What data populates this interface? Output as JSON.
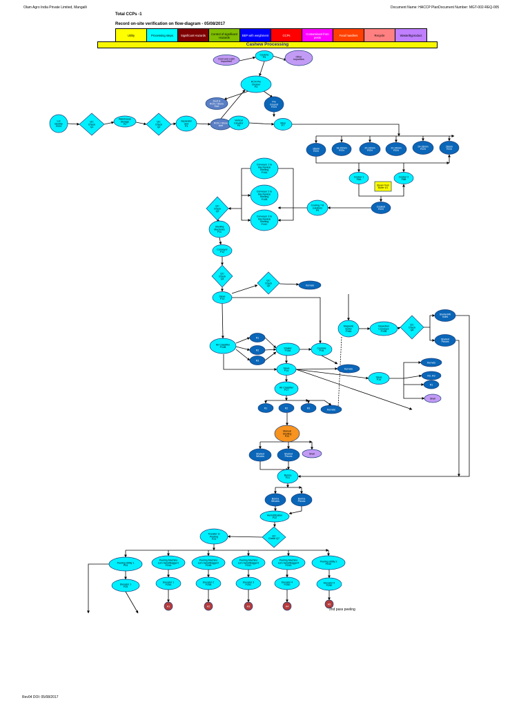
{
  "header": {
    "company": "Olam Agro India Private Limited, Mangalli",
    "document": "Document Name: HACCP PlanDocument Number: MGT-002-REQ-005",
    "total_ccps": "Total CCPs -1",
    "record": "Record on-site verification on flow-diagram  - 05/08/2017",
    "footer": "Rev04 DOI: 05/08/2017"
  },
  "legend": [
    {
      "label": "Utility",
      "color": "#ffff00",
      "text": "#000"
    },
    {
      "label": "Processing steps",
      "color": "#00ffff",
      "text": "#000"
    },
    {
      "label": "Significant Hazards",
      "color": "#7f0000",
      "text": "#fff"
    },
    {
      "label": "Control of significant Hazards",
      "color": "#7fbf00",
      "text": "#000"
    },
    {
      "label": "BEP with weighment",
      "color": "#0000ff",
      "text": "#fff"
    },
    {
      "label": "CCPs",
      "color": "#ff0000",
      "text": "#fff"
    },
    {
      "label": "Contaminant from pests",
      "color": "#ff00ff",
      "text": "#fff"
    },
    {
      "label": "Food handlers",
      "color": "#ff4000",
      "text": "#fff"
    },
    {
      "label": "Recycle",
      "color": "#ff8080",
      "text": "#000"
    },
    {
      "label": "Waste/Byproduct",
      "color": "#bf7fff",
      "text": "#000"
    }
  ],
  "banner": "Cashew Processing",
  "colors": {
    "cyan": "#00f0ff",
    "blue": "#0a66b8",
    "steel": "#5b7fc4",
    "lavender": "#c29bf5",
    "orange": "#f7931e",
    "yellow": "#ffff00",
    "red": "#b43c3c"
  },
  "nodes": [
    {
      "id": "dust",
      "label": "Dust and Light\nImpurities",
      "shape": "ellipse",
      "fill": "lavender"
    },
    {
      "id": "cyclone1",
      "label": "Cyclone\nP5",
      "shape": "ellipse",
      "fill": "cyan"
    },
    {
      "id": "other_imp",
      "label": "Other\nImpurities",
      "shape": "ellipse",
      "fill": "lavender"
    },
    {
      "id": "rcn_cleaner",
      "label": "RCN Pre\nCleaner\nP4",
      "shape": "ellipse",
      "fill": "cyan"
    },
    {
      "id": "dust_stone",
      "label": "Dust &\nRCN / Stone\nSize",
      "shape": "ellipse",
      "fill": "steel"
    },
    {
      "id": "pre_ground",
      "label": "Pre\nGround\nRCN",
      "shape": "ellipse",
      "fill": "blue"
    },
    {
      "id": "lot",
      "label": "Lot\nidentity\nRCN",
      "shape": "ellipse",
      "fill": "cyan"
    },
    {
      "id": "qc1",
      "label": "QC\nCheck\nQ1",
      "shape": "diamond",
      "fill": "cyan"
    },
    {
      "id": "warehouse",
      "label": "Warehouse\nStorage\nP2",
      "shape": "ellipse",
      "fill": "cyan"
    },
    {
      "id": "qc2",
      "label": "QC\nCheck\nQ2",
      "shape": "diamond",
      "fill": "cyan"
    },
    {
      "id": "separator",
      "label": "Separator\nand\nP3",
      "shape": "ellipse",
      "fill": "cyan"
    },
    {
      "id": "rcn_stone",
      "label": "RCN / Stone\nsize",
      "shape": "ellipse",
      "fill": "steel"
    },
    {
      "id": "vertical_elev",
      "label": "Vertical\nElevator\nP6",
      "shape": "ellipse",
      "fill": "cyan"
    },
    {
      "id": "silos",
      "label": "Silos\nP7",
      "shape": "ellipse",
      "fill": "cyan"
    },
    {
      "id": "g1",
      "label": "16mm\nRCN",
      "shape": "ellipse",
      "fill": "blue"
    },
    {
      "id": "g2",
      "label": "18-20mm\nRCN",
      "shape": "ellipse",
      "fill": "blue"
    },
    {
      "id": "g3",
      "label": "20-22mm\nRCN",
      "shape": "ellipse",
      "fill": "blue"
    },
    {
      "id": "g4",
      "label": "22-24mm\nRCN",
      "shape": "ellipse",
      "fill": "blue"
    },
    {
      "id": "g5",
      "label": "24-26mm\nRCN",
      "shape": "ellipse",
      "fill": "blue"
    },
    {
      "id": "g6",
      "label": "26mm\nRCN",
      "shape": "ellipse",
      "fill": "blue"
    },
    {
      "id": "cooker1",
      "label": "Cooker 1\nP8A",
      "shape": "ellipse",
      "fill": "cyan"
    },
    {
      "id": "cooker2",
      "label": "Cooker 2\nP8B",
      "shape": "ellipse",
      "fill": "cyan"
    },
    {
      "id": "boiler",
      "label": "Steam from\nBoiler U1",
      "shape": "rect",
      "fill": "yellow"
    },
    {
      "id": "cooked",
      "label": "Cooked\nRCN",
      "shape": "ellipse",
      "fill": "blue"
    },
    {
      "id": "cooling",
      "label": "Cooling 7-8\nsolutions\nP9",
      "shape": "ellipse",
      "fill": "cyan"
    },
    {
      "id": "conv1",
      "label": "Conveyor 1 to\nMechanical\nShelling\nP10A",
      "shape": "ellipse",
      "fill": "cyan"
    },
    {
      "id": "conv2",
      "label": "Conveyor 2 to\nMechanical\nShelling\nP10B",
      "shape": "ellipse",
      "fill": "cyan"
    },
    {
      "id": "conv3",
      "label": "Conveyor 3 to\nMechanical\nShelling\nP10C",
      "shape": "ellipse",
      "fill": "cyan"
    },
    {
      "id": "qc_mid",
      "label": "QC\nCheck\nQ3",
      "shape": "diamond",
      "fill": "cyan"
    },
    {
      "id": "shelling",
      "label": "Shelling\nMachines\nP11",
      "shape": "ellipse",
      "fill": "cyan"
    },
    {
      "id": "conveyor12",
      "label": "Conveyor\nP12",
      "shape": "ellipse",
      "fill": "cyan"
    },
    {
      "id": "qc4",
      "label": "QC\nCheck\nQ4",
      "shape": "diamond",
      "fill": "cyan"
    },
    {
      "id": "qc5",
      "label": "QC\nCheck\nQ5",
      "shape": "diamond",
      "fill": "cyan"
    },
    {
      "id": "kernels_a",
      "label": "Kernels",
      "shape": "ellipse",
      "fill": "blue"
    },
    {
      "id": "sieve13",
      "label": "Sieve\nP13",
      "shape": "ellipse",
      "fill": "cyan"
    },
    {
      "id": "air14",
      "label": "Air Classifier\nP14B",
      "shape": "ellipse",
      "fill": "cyan"
    },
    {
      "id": "r1",
      "label": "R1",
      "shape": "ellipse",
      "fill": "blue"
    },
    {
      "id": "r2",
      "label": "R2",
      "shape": "ellipse",
      "fill": "blue"
    },
    {
      "id": "r3",
      "label": "R3",
      "shape": "ellipse",
      "fill": "blue"
    },
    {
      "id": "shaker",
      "label": "Shaker\nP15A",
      "shape": "ellipse",
      "fill": "cyan"
    },
    {
      "id": "cyclone16",
      "label": "Cyclone\nP16",
      "shape": "ellipse",
      "fill": "cyan"
    },
    {
      "id": "sieve14",
      "label": "Sieve\nP14",
      "shape": "ellipse",
      "fill": "cyan"
    },
    {
      "id": "kernels_b",
      "label": "Kernels",
      "shape": "ellipse",
      "fill": "blue"
    },
    {
      "id": "magnetic",
      "label": "Magnetic\nSorter\nP18A",
      "shape": "ellipse",
      "fill": "cyan"
    },
    {
      "id": "inspection",
      "label": "Inspection\nConveyor\nP19B",
      "shape": "ellipse",
      "fill": "cyan"
    },
    {
      "id": "qc6",
      "label": "QC\nCheck\nQ6",
      "shape": "diamond",
      "fill": "cyan"
    },
    {
      "id": "shelled_wholes_r",
      "label": "Shelled/W\nholes",
      "shape": "ellipse",
      "fill": "blue"
    },
    {
      "id": "shelled_pieces_r",
      "label": "Shelled\nPieces",
      "shape": "ellipse",
      "fill": "blue"
    },
    {
      "id": "sieve19",
      "label": "Sieve\nP19",
      "shape": "ellipse",
      "fill": "cyan"
    },
    {
      "id": "kernels_c",
      "label": "Kernels",
      "shape": "ellipse",
      "fill": "blue"
    },
    {
      "id": "r2r3",
      "label": "R2, R3",
      "shape": "ellipse",
      "fill": "blue"
    },
    {
      "id": "r1b",
      "label": "R1",
      "shape": "ellipse",
      "fill": "blue"
    },
    {
      "id": "shell",
      "label": "Shell",
      "shape": "ellipse",
      "fill": "lavender"
    },
    {
      "id": "air17",
      "label": "Air Classifier\nP17",
      "shape": "ellipse",
      "fill": "cyan"
    },
    {
      "id": "rr1",
      "label": "R1",
      "shape": "ellipse",
      "fill": "blue"
    },
    {
      "id": "rr2",
      "label": "R2",
      "shape": "ellipse",
      "fill": "blue"
    },
    {
      "id": "rr3",
      "label": "R3",
      "shape": "ellipse",
      "fill": "blue"
    },
    {
      "id": "kernels_d",
      "label": "Kernels",
      "shape": "ellipse",
      "fill": "blue"
    },
    {
      "id": "manual",
      "label": "Manual\nShelling\nP20",
      "shape": "ellipse",
      "fill": "orange"
    },
    {
      "id": "sw",
      "label": "Shelled\nWholes",
      "shape": "ellipse",
      "fill": "blue"
    },
    {
      "id": "sp",
      "label": "Shelled\nPieces",
      "shape": "ellipse",
      "fill": "blue"
    },
    {
      "id": "shell2",
      "label": "Shell",
      "shape": "ellipse",
      "fill": "lavender"
    },
    {
      "id": "borma",
      "label": "Borma\nP21",
      "shape": "ellipse",
      "fill": "cyan"
    },
    {
      "id": "bw",
      "label": "Borma\nWholes",
      "shape": "ellipse",
      "fill": "blue"
    },
    {
      "id": "bp",
      "label": "Borma\nPieces",
      "shape": "ellipse",
      "fill": "blue"
    },
    {
      "id": "humid",
      "label": "Humidification\nP22",
      "shape": "ellipse",
      "fill": "cyan"
    },
    {
      "id": "qc7",
      "label": "QC\nCheck Q7",
      "shape": "diamond",
      "fill": "cyan"
    },
    {
      "id": "transfer",
      "label": "Transfer to\nPeeling\nP23",
      "shape": "ellipse",
      "fill": "cyan"
    },
    {
      "id": "peel1",
      "label": "Peeling Utility 1\nP24",
      "shape": "ellipse",
      "fill": "cyan"
    },
    {
      "id": "peel2",
      "label": "Peeling Machine\ncum-hand/Bagger1\nP24A",
      "shape": "ellipse",
      "fill": "cyan"
    },
    {
      "id": "peel3",
      "label": "Peeling Machine\ncum-hand/Bagger2\nP24B",
      "shape": "ellipse",
      "fill": "cyan"
    },
    {
      "id": "peel4",
      "label": "Peeling Machine\ncum-hand/Bagger3\nP24C",
      "shape": "ellipse",
      "fill": "cyan"
    },
    {
      "id": "peel5",
      "label": "Peeling Machine\ncum-hand/Bagger4\nP24D",
      "shape": "ellipse",
      "fill": "cyan"
    },
    {
      "id": "peel6",
      "label": "Peeling Utility 2\nP24E",
      "shape": "ellipse",
      "fill": "cyan"
    },
    {
      "id": "elev1",
      "label": "Elevator 1\nP25",
      "shape": "ellipse",
      "fill": "cyan"
    },
    {
      "id": "elev2",
      "label": "Elevator 1\nP25A",
      "shape": "ellipse",
      "fill": "cyan"
    },
    {
      "id": "elev3",
      "label": "Elevator 2\nP25B",
      "shape": "ellipse",
      "fill": "cyan"
    },
    {
      "id": "elev4",
      "label": "Elevator 3\nP25C",
      "shape": "ellipse",
      "fill": "cyan"
    },
    {
      "id": "elev5",
      "label": "Elevator 4\nP25D",
      "shape": "ellipse",
      "fill": "cyan"
    },
    {
      "id": "elev6",
      "label": "Elevator 5\nP25E",
      "shape": "ellipse",
      "fill": "cyan"
    },
    {
      "id": "a1",
      "label": "A1",
      "shape": "circle",
      "fill": "red"
    },
    {
      "id": "a2",
      "label": "A2",
      "shape": "circle",
      "fill": "red"
    },
    {
      "id": "a3",
      "label": "A3",
      "shape": "circle",
      "fill": "red"
    },
    {
      "id": "a4",
      "label": "A4",
      "shape": "circle",
      "fill": "red"
    },
    {
      "id": "a5",
      "label": "A5",
      "shape": "circle",
      "fill": "red"
    }
  ],
  "note": "2nd pass peeling"
}
